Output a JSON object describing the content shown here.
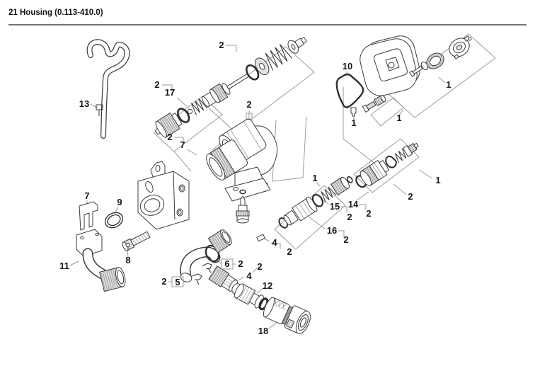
{
  "title": "21 Housing (0.113-410.0)",
  "callouts": [
    {
      "text": "2"
    },
    {
      "text": "2"
    },
    {
      "text": "17"
    },
    {
      "text": "2"
    },
    {
      "text": "2"
    },
    {
      "text": "7"
    },
    {
      "text": "13"
    },
    {
      "text": "10"
    },
    {
      "text": "1"
    },
    {
      "text": "1"
    },
    {
      "text": "1"
    },
    {
      "text": "1"
    },
    {
      "text": "2"
    },
    {
      "text": "14"
    },
    {
      "text": "2"
    },
    {
      "text": "15"
    },
    {
      "text": "2"
    },
    {
      "text": "1"
    },
    {
      "text": "16"
    },
    {
      "text": "2"
    },
    {
      "text": "4"
    },
    {
      "text": "2"
    },
    {
      "text": "7"
    },
    {
      "text": "9"
    },
    {
      "text": "8"
    },
    {
      "text": "11"
    },
    {
      "text": "6",
      "boxed": true
    },
    {
      "text": "2"
    },
    {
      "text": "2"
    },
    {
      "text": "5",
      "boxed": true
    },
    {
      "text": "2"
    },
    {
      "text": "4"
    },
    {
      "text": "12"
    },
    {
      "text": "18"
    }
  ]
}
